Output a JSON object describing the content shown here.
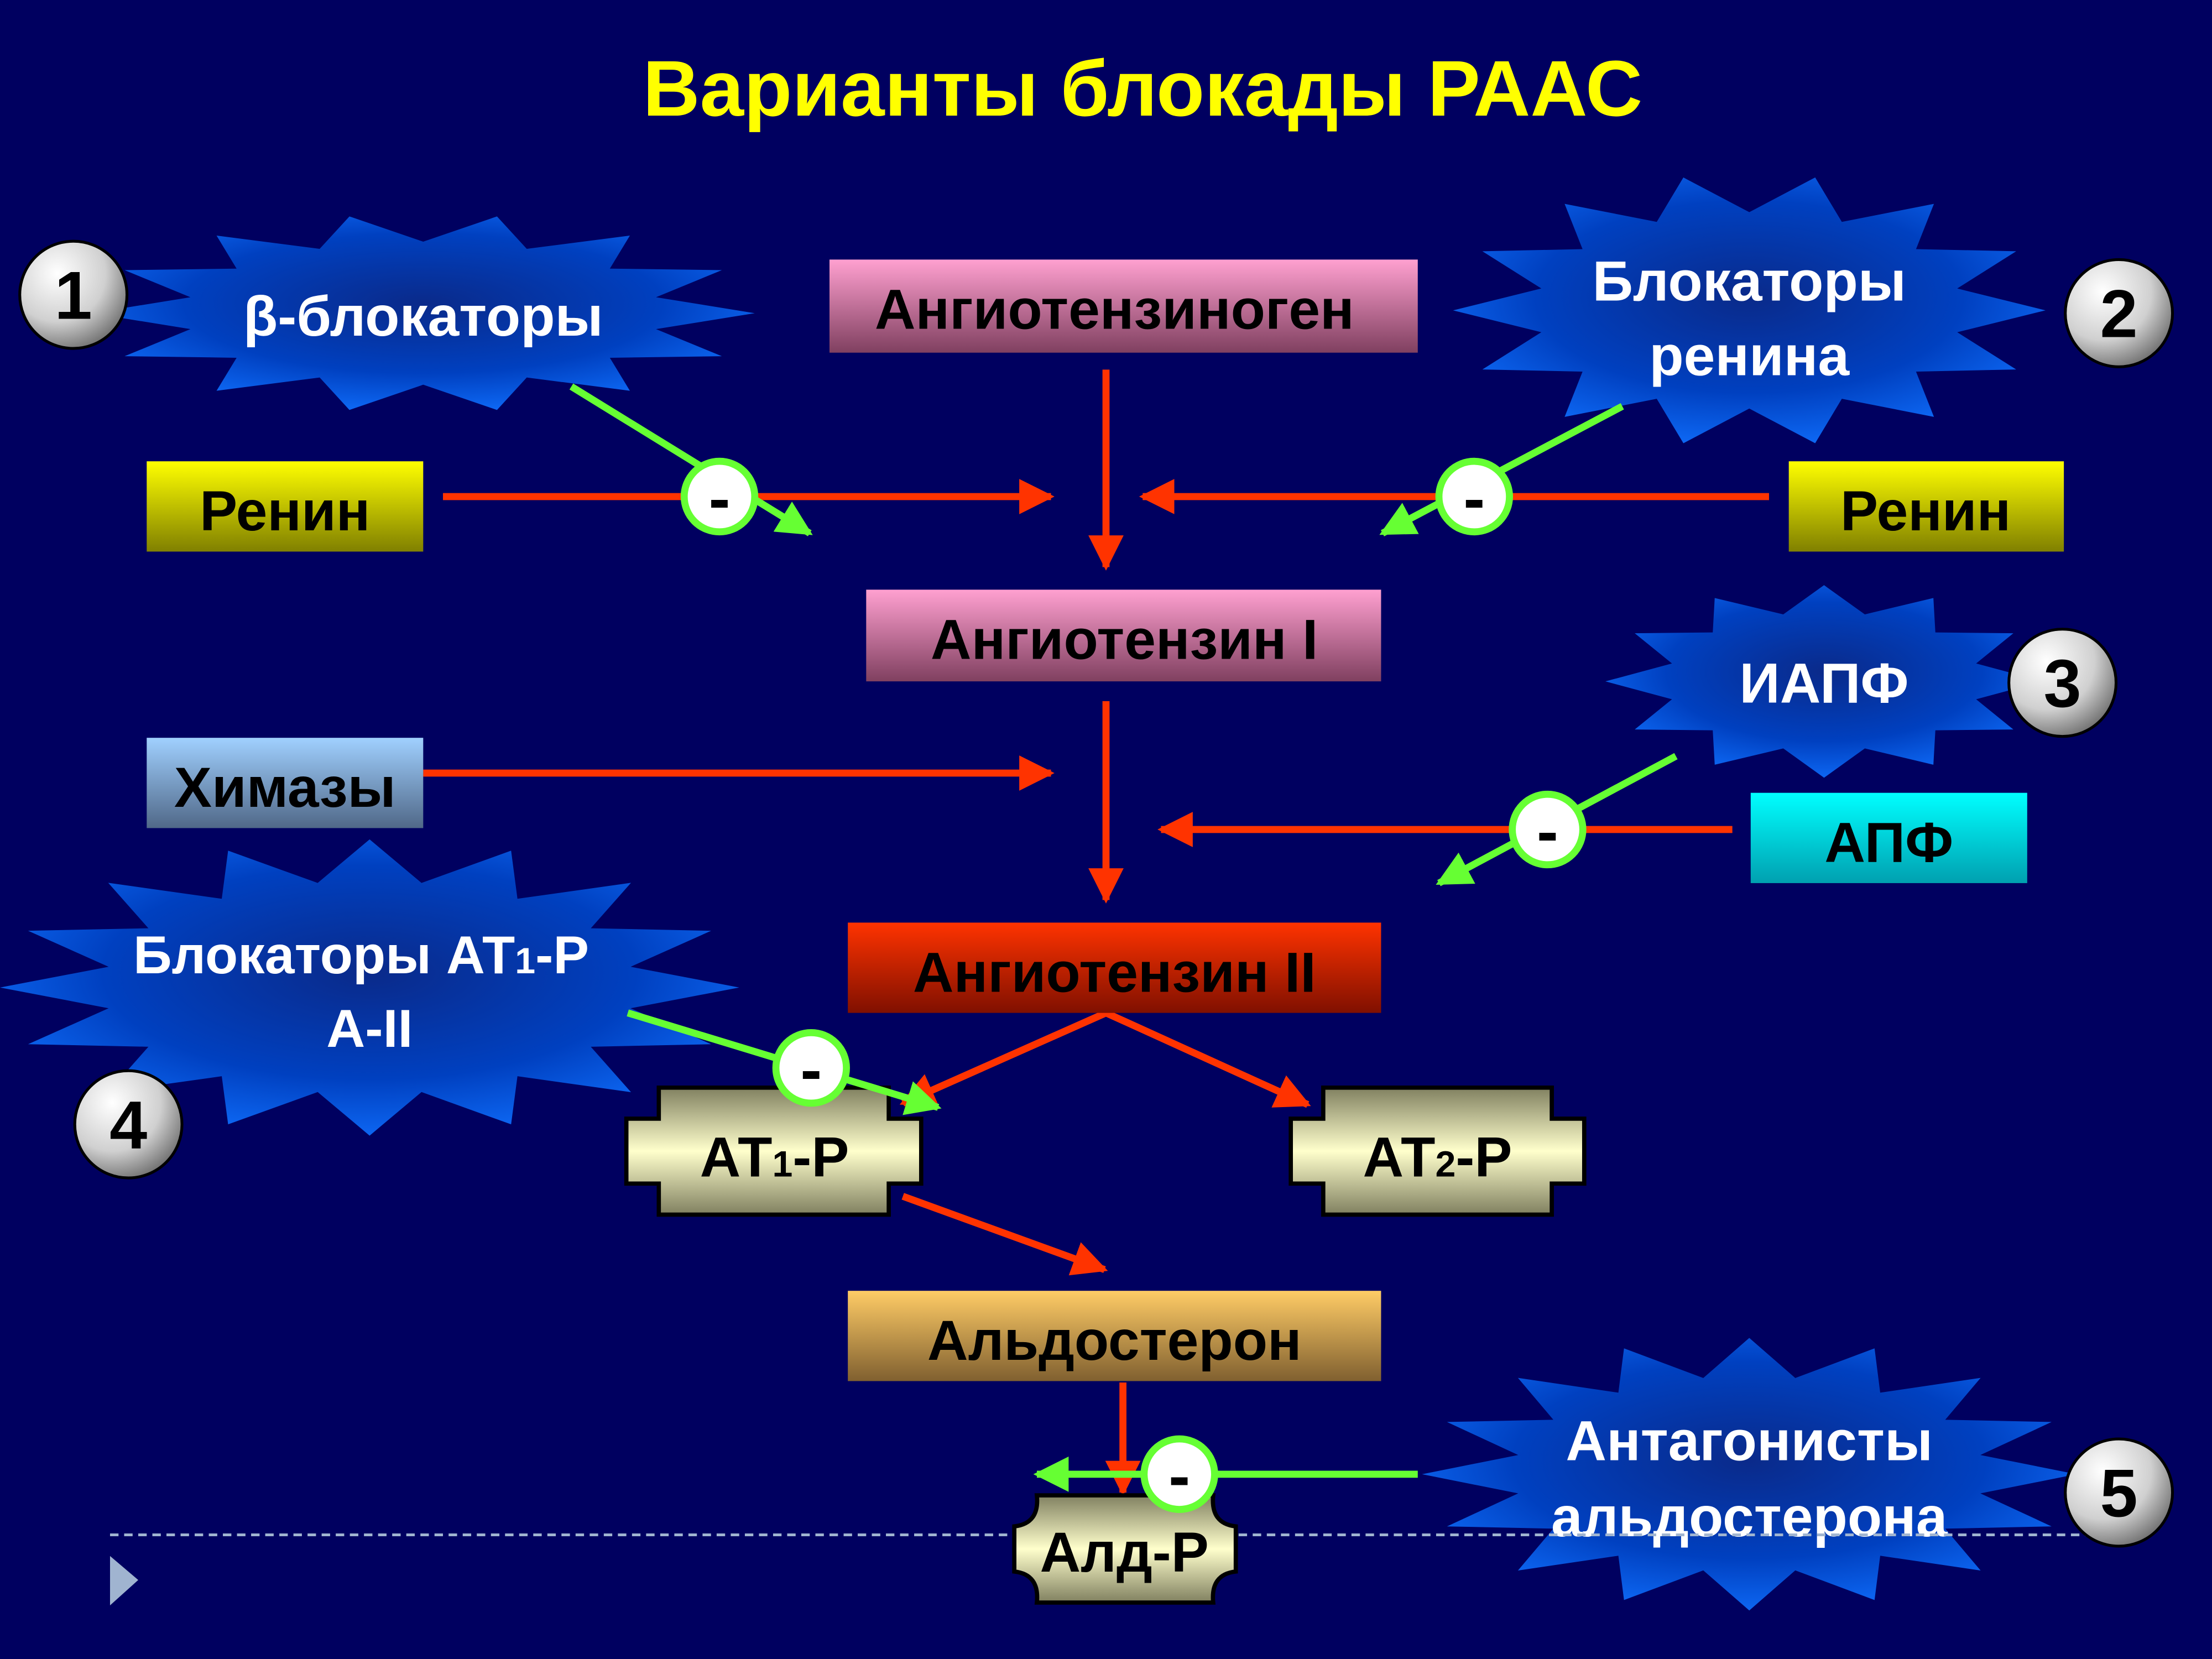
{
  "title": "Варианты блокады РААС",
  "colors": {
    "background": "#000060",
    "title": "#ffff00",
    "inhibit": "#66ff33",
    "flow": "#ff3300",
    "starburst": "#0050e0"
  },
  "nodes": {
    "angiotensinogen": "Ангиотензиноген",
    "renin_left": "Ренин",
    "renin_right": "Ренин",
    "angiotensin_1": "Ангиотензин I",
    "chymases": "Химазы",
    "ace": "АПФ",
    "angiotensin_2": "Ангиотензин II",
    "at1_receptor": {
      "prefix": "АТ",
      "sub": "1",
      "suffix": "-Р"
    },
    "at2_receptor": {
      "prefix": "АТ",
      "sub": "2",
      "suffix": "-Р"
    },
    "aldosterone": "Альдостерон",
    "ald_receptor": "Алд-Р"
  },
  "blockers": [
    {
      "number": "1",
      "lines": [
        "β-блокаторы"
      ]
    },
    {
      "number": "2",
      "lines": [
        "Блокаторы",
        "ренина"
      ]
    },
    {
      "number": "3",
      "lines": [
        "ИАПФ"
      ]
    },
    {
      "number": "4",
      "line1": {
        "prefix": "Блокаторы АТ",
        "sub": "1",
        "suffix": "-Р"
      },
      "line2": "А-II"
    },
    {
      "number": "5",
      "lines": [
        "Антагонисты",
        "альдостерона"
      ]
    }
  ],
  "inhibit_symbol": "-"
}
